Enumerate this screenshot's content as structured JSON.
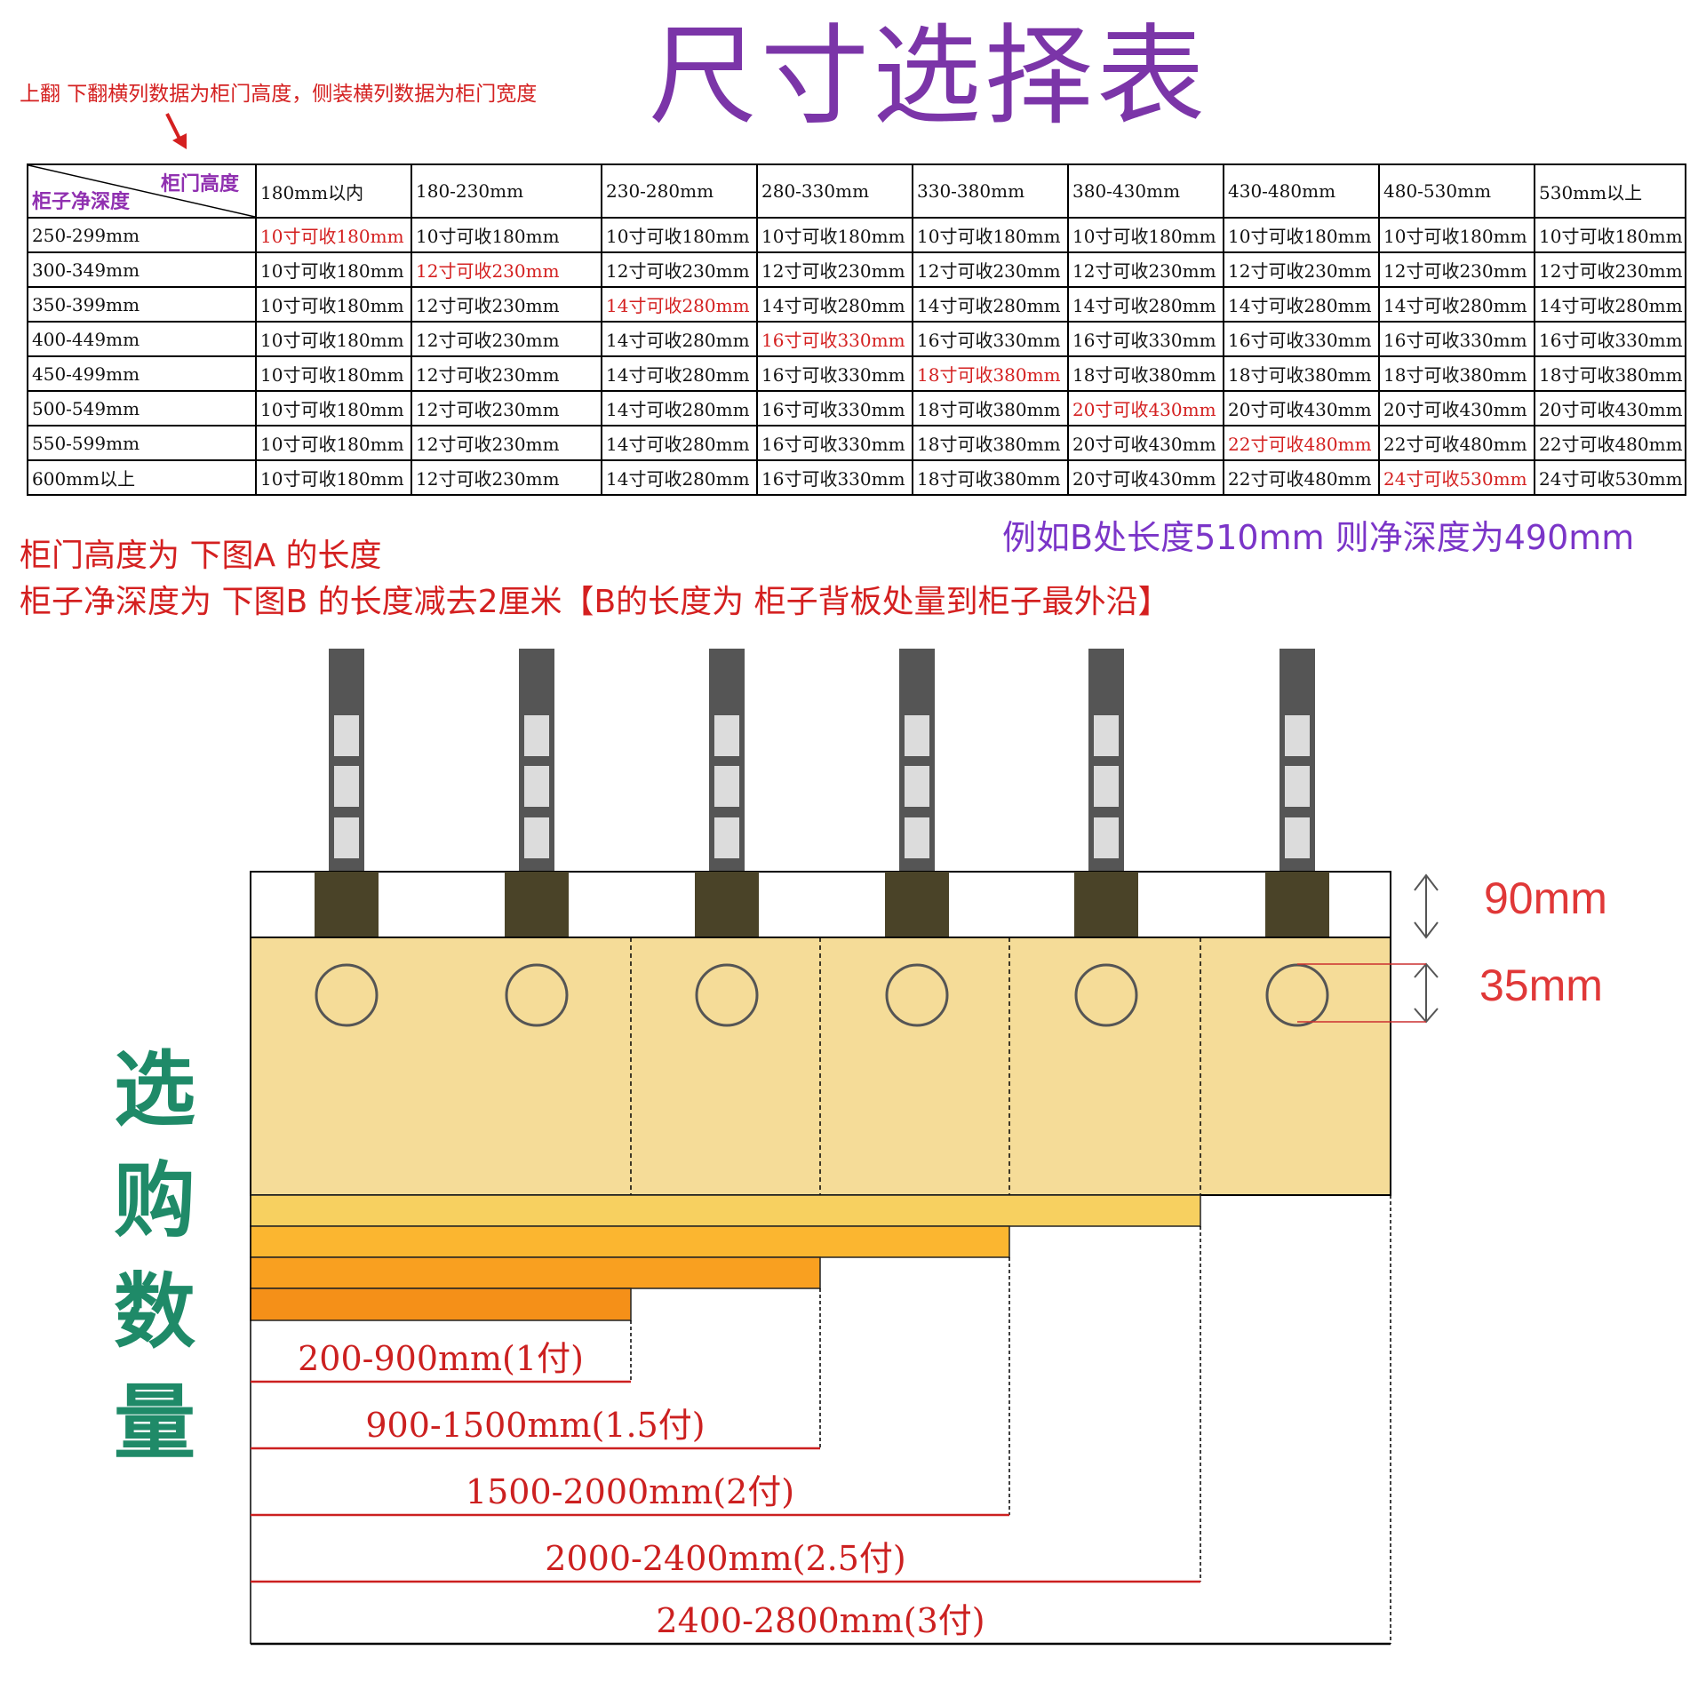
{
  "top_note": "上翻 下翻横列数据为柜门高度，侧装横列数据为柜门宽度",
  "title": "尺寸选择表",
  "table": {
    "corner_col": "柜门高度",
    "corner_row": "柜子净深度",
    "columns": [
      "180mm以内",
      "180-230mm",
      "230-280mm",
      "280-330mm",
      "330-380mm",
      "380-430mm",
      "430-480mm",
      "480-530mm",
      "530mm以上"
    ],
    "rows": [
      {
        "label": "250-299mm",
        "cells": [
          "10寸可收180mm",
          "10寸可收180mm",
          "10寸可收180mm",
          "10寸可收180mm",
          "10寸可收180mm",
          "10寸可收180mm",
          "10寸可收180mm",
          "10寸可收180mm",
          "10寸可收180mm"
        ],
        "highlight": 0
      },
      {
        "label": "300-349mm",
        "cells": [
          "10寸可收180mm",
          "12寸可收230mm",
          "12寸可收230mm",
          "12寸可收230mm",
          "12寸可收230mm",
          "12寸可收230mm",
          "12寸可收230mm",
          "12寸可收230mm",
          "12寸可收230mm"
        ],
        "highlight": 1
      },
      {
        "label": "350-399mm",
        "cells": [
          "10寸可收180mm",
          "12寸可收230mm",
          "14寸可收280mm",
          "14寸可收280mm",
          "14寸可收280mm",
          "14寸可收280mm",
          "14寸可收280mm",
          "14寸可收280mm",
          "14寸可收280mm"
        ],
        "highlight": 2
      },
      {
        "label": "400-449mm",
        "cells": [
          "10寸可收180mm",
          "12寸可收230mm",
          "14寸可收280mm",
          "16寸可收330mm",
          "16寸可收330mm",
          "16寸可收330mm",
          "16寸可收330mm",
          "16寸可收330mm",
          "16寸可收330mm"
        ],
        "highlight": 3
      },
      {
        "label": "450-499mm",
        "cells": [
          "10寸可收180mm",
          "12寸可收230mm",
          "14寸可收280mm",
          "16寸可收330mm",
          "18寸可收380mm",
          "18寸可收380mm",
          "18寸可收380mm",
          "18寸可收380mm",
          "18寸可收380mm"
        ],
        "highlight": 4
      },
      {
        "label": "500-549mm",
        "cells": [
          "10寸可收180mm",
          "12寸可收230mm",
          "14寸可收280mm",
          "16寸可收330mm",
          "18寸可收380mm",
          "20寸可收430mm",
          "20寸可收430mm",
          "20寸可收430mm",
          "20寸可收430mm"
        ],
        "highlight": 5
      },
      {
        "label": "550-599mm",
        "cells": [
          "10寸可收180mm",
          "12寸可收230mm",
          "14寸可收280mm",
          "16寸可收330mm",
          "18寸可收380mm",
          "20寸可收430mm",
          "22寸可收480mm",
          "22寸可收480mm",
          "22寸可收480mm"
        ],
        "highlight": 6
      },
      {
        "label": "600mm以上",
        "cells": [
          "10寸可收180mm",
          "12寸可收230mm",
          "14寸可收280mm",
          "16寸可收330mm",
          "18寸可收380mm",
          "20寸可收430mm",
          "22寸可收480mm",
          "24寸可收530mm",
          "24寸可收530mm"
        ],
        "highlight": 7
      }
    ]
  },
  "instructions": {
    "line1": "柜门高度为 下图A 的长度",
    "line2": "柜子净深度为 下图B 的长度减去2厘米【B的长度为 柜子背板处量到柜子最外沿】",
    "example": "例如B处长度510mm 则净深度为490mm"
  },
  "diagram": {
    "vertical_label": [
      "选",
      "购",
      "数",
      "量"
    ],
    "dim_90": "90mm",
    "dim_35": "35mm",
    "ranges": [
      "200-900mm(1付)",
      "900-1500mm(1.5付)",
      "1500-2000mm(2付)",
      "2000-2400mm(2.5付)",
      "2400-2800mm(3付)"
    ],
    "colors": {
      "accent": "#d42020",
      "title": "#7b35a8",
      "board": "#f5dc98",
      "hinge_dark": "#4a4328",
      "post": "#555555"
    }
  }
}
